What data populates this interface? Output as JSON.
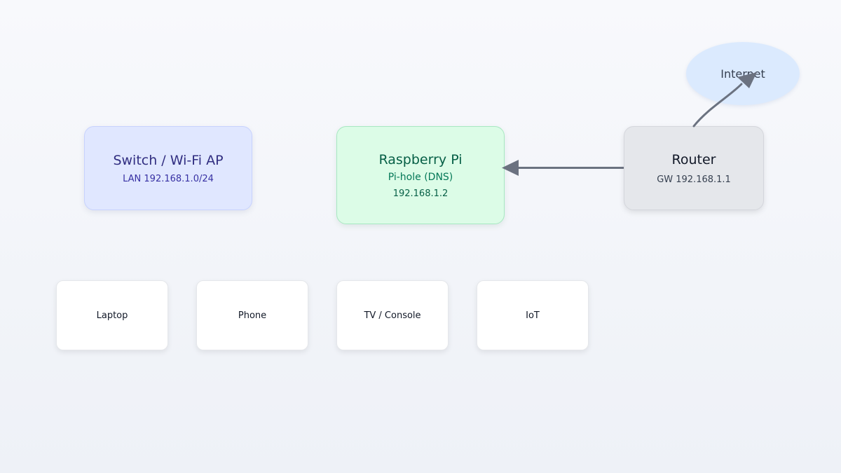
{
  "diagram": {
    "nodes": {
      "switch": {
        "title": "Switch / Wi-Fi AP",
        "subtitle": "LAN 192.168.1.0/24"
      },
      "pi": {
        "title": "Raspberry Pi",
        "subtitle": "Pi-hole (DNS)",
        "ip": "192.168.1.2"
      },
      "router": {
        "title": "Router",
        "subtitle": "GW 192.168.1.1"
      },
      "internet": {
        "title": "Internet"
      }
    },
    "devices": [
      {
        "label": "Laptop"
      },
      {
        "label": "Phone"
      },
      {
        "label": "TV / Console"
      },
      {
        "label": "IoT"
      }
    ],
    "edges": [
      {
        "from": "router",
        "to": "pi"
      },
      {
        "from": "router",
        "to": "internet"
      }
    ],
    "colors": {
      "edge": "#6b7280",
      "switch_fill": "#e0e7ff",
      "pi_fill": "#dcfce7",
      "router_fill": "#e5e7eb",
      "internet_fill": "#dbeafe",
      "device_fill": "#ffffff"
    }
  }
}
